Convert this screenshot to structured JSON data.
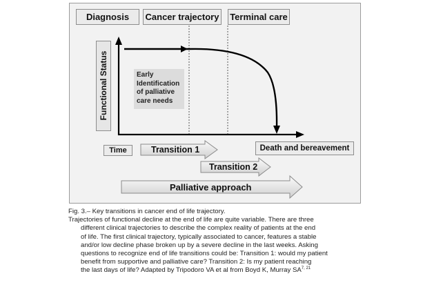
{
  "phases": {
    "diagnosis": "Diagnosis",
    "cancer_trajectory": "Cancer trajectory",
    "terminal_care": "Terminal care"
  },
  "y_axis_label": "Functional Status",
  "early_identification": [
    "Early",
    "Identification",
    "of palliative",
    "care needs"
  ],
  "time_label": "Time",
  "death_label": "Death and bereavement",
  "transition1": "Transition 1",
  "transition2": "Transition 2",
  "palliative": "Palliative approach",
  "caption": {
    "title": "Fig. 3.– Key transitions in cancer end of life trajectory.",
    "lines": [
      "Trajectories of functional decline at the end of life are quite variable. There are three",
      "different clinical trajectories to describe the complex reality of patients at the end",
      "of life. The first clinical trajectory, typically associated to cancer, features a stable",
      "and/or low decline phase broken up by a severe decline in the last weeks. Asking",
      "questions to recognize end of life transitions could be: Transition 1: would my patient",
      "benefit from supportive and palliative care? Transition 2: Is my patient reaching",
      "the last days of life? Adapted by Tripodoro VA et al from Boyd K, Murray SA"
    ],
    "refs": "7, 21"
  }
}
